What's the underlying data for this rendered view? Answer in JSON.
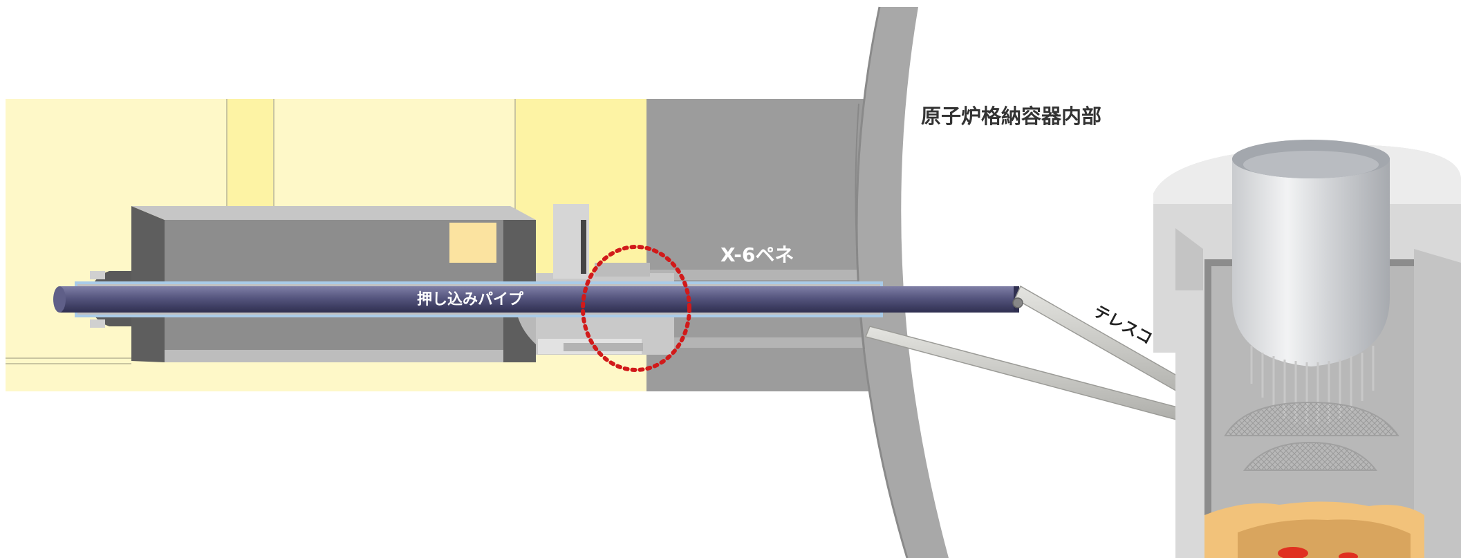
{
  "labels": {
    "containment_interior": "原子炉格納容器内部",
    "penetration": "X-6ペネ",
    "push_pipe": "押し込みパイプ",
    "telescope": "テレスコ"
  },
  "colors": {
    "building_yellow": "#fef8c8",
    "building_yellow_strong": "#fdf3a4",
    "penetration_gray": "#9c9c9c",
    "containment_wall": "#a8a8a8",
    "push_pipe": "#4f4f78",
    "pipe_outline_blue": "#a9cbe8",
    "highlight_circle": "#d11a1a",
    "telescope": "#c8c8c4",
    "debris_orange": "#f2c27a"
  },
  "icons": {
    "highlight_marker": "dotted-circle",
    "telescopic_arm": "telescope-arm"
  }
}
